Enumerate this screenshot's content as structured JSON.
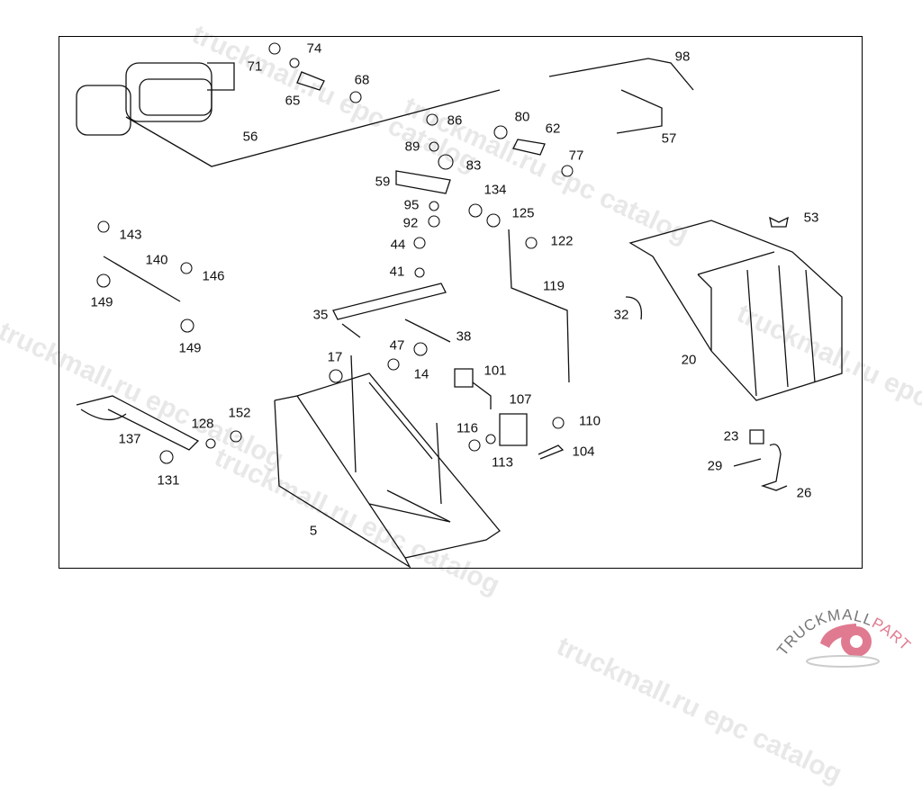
{
  "watermark": "truckmall.ru epc catalog",
  "logo": {
    "text_dark": "TRUCKMALL",
    "text_accent": "PARTS",
    "accent_color": "#e07a90",
    "dark_color": "#777777"
  },
  "part_labels": [
    "71",
    "74",
    "68",
    "65",
    "56",
    "86",
    "80",
    "62",
    "98",
    "57",
    "89",
    "83",
    "77",
    "59",
    "95",
    "134",
    "125",
    "53",
    "92",
    "143",
    "122",
    "44",
    "140",
    "146",
    "41",
    "119",
    "149",
    "32",
    "35",
    "38",
    "149",
    "47",
    "17",
    "20",
    "14",
    "101",
    "107",
    "152",
    "128",
    "110",
    "116",
    "137",
    "23",
    "104",
    "113",
    "29",
    "131",
    "26",
    "5"
  ]
}
